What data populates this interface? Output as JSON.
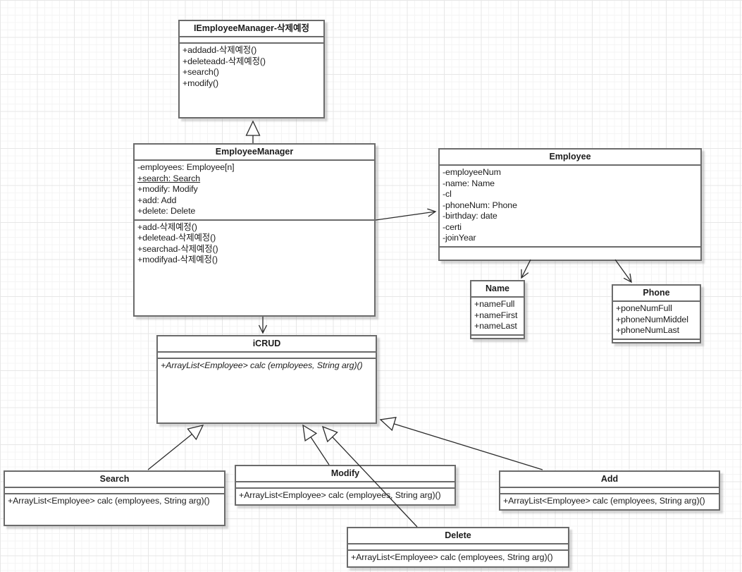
{
  "diagram": {
    "type": "uml-class-diagram",
    "background": "#ffffff",
    "grid_minor_color": "#f4f4f4",
    "grid_major_color": "#e7e7e7",
    "box_border_color": "#6b6b6b",
    "connector_color": "#2b2b2b"
  },
  "classes": {
    "iemployeemanager": {
      "title": "IEmployeeManager-삭제예정",
      "methods": [
        "+addadd-삭제예정()",
        "+deleteadd-삭제예정()",
        "+search()",
        "+modify()"
      ]
    },
    "employeemanager": {
      "title": "EmployeeManager",
      "attributes": [
        "-employees: Employee[n]",
        "+search: Search",
        "+modify: Modify",
        "+add: Add",
        "+delete: Delete"
      ],
      "methods": [
        "+add-삭제예정()",
        "+deletead-삭제예정()",
        "+searchad-삭제예정()",
        "+modifyad-삭제예정()"
      ]
    },
    "employee": {
      "title": "Employee",
      "attributes": [
        "-employeeNum",
        "-name: Name",
        "-cl",
        "-phoneNum: Phone",
        "-birthday: date",
        "-certi",
        "-joinYear"
      ]
    },
    "name": {
      "title": "Name",
      "attributes": [
        "+nameFull",
        "+nameFirst",
        "+nameLast"
      ]
    },
    "phone": {
      "title": "Phone",
      "attributes": [
        "+poneNumFull",
        "+phoneNumMiddel",
        "+phoneNumLast"
      ]
    },
    "icrud": {
      "title": "iCRUD",
      "methods": [
        "+ArrayList<Employee> calc (employees, String arg)()"
      ]
    },
    "search": {
      "title": "Search",
      "methods": [
        "+ArrayList<Employee> calc (employees, String arg)()"
      ]
    },
    "modify": {
      "title": "Modify",
      "methods": [
        "+ArrayList<Employee> calc (employees, String arg)()"
      ]
    },
    "add": {
      "title": "Add",
      "methods": [
        "+ArrayList<Employee> calc (employees, String arg)()"
      ]
    },
    "delete": {
      "title": "Delete",
      "methods": [
        "+ArrayList<Employee> calc (employees, String arg)()"
      ]
    }
  },
  "relationships": [
    {
      "from": "EmployeeManager",
      "to": "IEmployeeManager-삭제예정",
      "type": "generalization",
      "arrowhead": "hollow-triangle"
    },
    {
      "from": "EmployeeManager",
      "to": "Employee",
      "type": "association",
      "arrowhead": "open-arrow"
    },
    {
      "from": "Employee",
      "to": "Name",
      "type": "association",
      "arrowhead": "open-arrow"
    },
    {
      "from": "Employee",
      "to": "Phone",
      "type": "association",
      "arrowhead": "open-arrow"
    },
    {
      "from": "EmployeeManager",
      "to": "iCRUD",
      "type": "association",
      "arrowhead": "open-arrow"
    },
    {
      "from": "Search",
      "to": "iCRUD",
      "type": "realization",
      "arrowhead": "hollow-triangle"
    },
    {
      "from": "Modify",
      "to": "iCRUD",
      "type": "realization",
      "arrowhead": "hollow-triangle"
    },
    {
      "from": "Delete",
      "to": "iCRUD",
      "type": "realization",
      "arrowhead": "hollow-triangle"
    },
    {
      "from": "Add",
      "to": "iCRUD",
      "type": "realization",
      "arrowhead": "hollow-triangle"
    }
  ]
}
